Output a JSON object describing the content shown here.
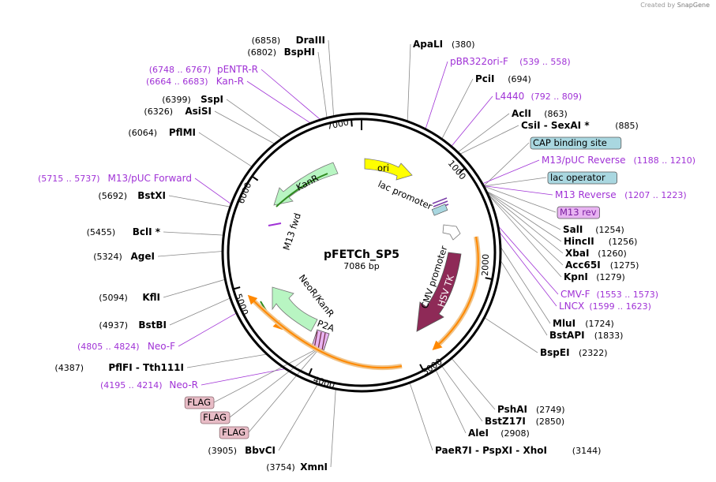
{
  "credit": {
    "prefix": "Created by",
    "brand": "SnapGene"
  },
  "plasmid": {
    "name": "pFETCh_SP5",
    "size_label": "7086 bp"
  },
  "ruler": [
    "1000",
    "2000",
    "3000",
    "4000",
    "5000",
    "6000",
    "7000"
  ],
  "features": {
    "ori": "ori",
    "lac_promoter": "lac promoter",
    "cmv_promoter": "CMV promoter",
    "hsv_tk": "HSV TK",
    "kanr": "KanR",
    "m13_fwd": "M13 fwd",
    "neor_kanr": "NeoR/KanR",
    "p2a": "P2A"
  },
  "right_labels": [
    {
      "pos": "(380)",
      "name": "ApaLI"
    },
    {
      "name": "pBR322ori-F",
      "pos": "(539 .. 558)",
      "primer": true
    },
    {
      "name": "PciI",
      "pos": "(694)"
    },
    {
      "name": "L4440",
      "pos": "(792 .. 809)",
      "primer": true
    },
    {
      "name": "AclI",
      "pos": "(863)"
    },
    {
      "name": "CsiI - SexAI *",
      "pos": "(885)"
    },
    {
      "name": "CAP binding site",
      "boxed": "cap"
    },
    {
      "name": "M13/pUC Reverse",
      "pos": "(1188 .. 1210)",
      "primer": true
    },
    {
      "name": "lac operator",
      "boxed": "cap"
    },
    {
      "name": "M13 Reverse",
      "pos": "(1207 .. 1223)",
      "primer": true
    },
    {
      "name": "M13 rev",
      "boxed": "primer"
    },
    {
      "name": "SalI",
      "pos": "(1254)"
    },
    {
      "name": "HincII",
      "pos": "(1256)"
    },
    {
      "name": "XbaI",
      "pos": "(1260)"
    },
    {
      "name": "Acc65I",
      "pos": "(1275)"
    },
    {
      "name": "KpnI",
      "pos": "(1279)"
    },
    {
      "name": "CMV-F",
      "pos": "(1553 .. 1573)",
      "primer": true
    },
    {
      "name": "LNCX",
      "pos": "(1599 .. 1623)",
      "primer": true
    },
    {
      "name": "MluI",
      "pos": "(1724)"
    },
    {
      "name": "BstAPI",
      "pos": "(1833)"
    },
    {
      "name": "BspEI",
      "pos": "(2322)"
    },
    {
      "name": "PshAI",
      "pos": "(2749)"
    },
    {
      "name": "BstZ17I",
      "pos": "(2850)"
    },
    {
      "name": "AleI",
      "pos": "(2908)"
    },
    {
      "name": "PaeR7I - PspXI - XhoI",
      "pos": "(3144)"
    }
  ],
  "left_labels": [
    {
      "pos": "(6858)",
      "name": "DraIII"
    },
    {
      "pos": "(6802)",
      "name": "BspHI"
    },
    {
      "pos": "(6748 .. 6767)",
      "name": "pENTR-R",
      "primer": true
    },
    {
      "pos": "(6664 .. 6683)",
      "name": "Kan-R",
      "primer": true
    },
    {
      "pos": "(6399)",
      "name": "SspI"
    },
    {
      "pos": "(6326)",
      "name": "AsiSI"
    },
    {
      "pos": "(6064)",
      "name": "PflMI"
    },
    {
      "pos": "(5715 .. 5737)",
      "name": "M13/pUC Forward",
      "primer": true
    },
    {
      "pos": "(5692)",
      "name": "BstXI"
    },
    {
      "pos": "(5455)",
      "name": "BclI *"
    },
    {
      "pos": "(5324)",
      "name": "AgeI"
    },
    {
      "pos": "(5094)",
      "name": "KflI"
    },
    {
      "pos": "(4937)",
      "name": "BstBI"
    },
    {
      "pos": "(4805 .. 4824)",
      "name": "Neo-F",
      "primer": true
    },
    {
      "pos": "(4387)",
      "name": "PflFI - Tth111I"
    },
    {
      "pos": "(4195 .. 4214)",
      "name": "Neo-R",
      "primer": true
    },
    {
      "name": "FLAG",
      "boxed": "flag"
    },
    {
      "name": "FLAG",
      "boxed": "flag"
    },
    {
      "name": "FLAG",
      "boxed": "flag"
    },
    {
      "pos": "(3905)",
      "name": "BbvCI"
    },
    {
      "pos": "(3754)",
      "name": "XmnI"
    }
  ],
  "colors": {
    "primer": "#a032d6",
    "cap_box": "#a9d7e0",
    "primer_box": "#e8b3f2",
    "flag_box": "#e8bcc6",
    "ori": "#ffff00",
    "kanr": "#b8f5c2",
    "hsv_tk": "#8e2a57",
    "cds_arc": "#e6a23c"
  }
}
